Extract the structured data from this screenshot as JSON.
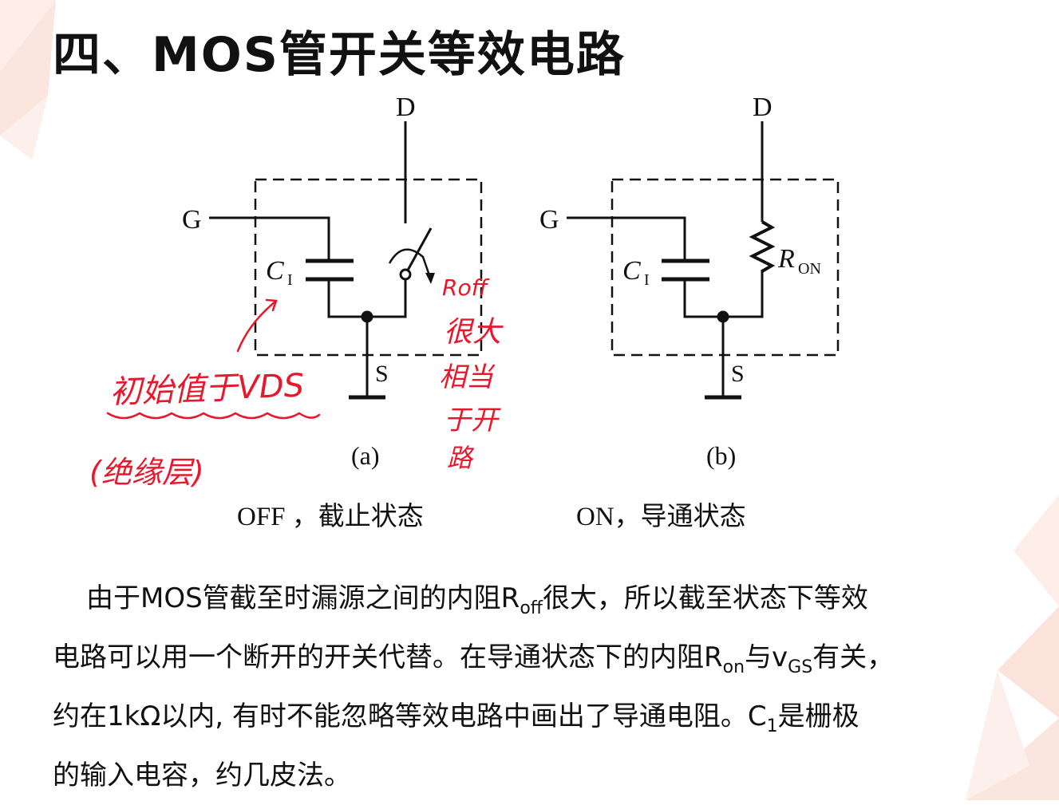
{
  "title": "四、MOS管开关等效电路",
  "diagram_a": {
    "drain_label": "D",
    "gate_label": "G",
    "source_label": "S",
    "cap_label_main": "C",
    "cap_label_sub": "I",
    "sub_caption": "(a)",
    "state_caption": "OFF ，截止状态"
  },
  "diagram_b": {
    "drain_label": "D",
    "gate_label": "G",
    "source_label": "S",
    "cap_label_main": "C",
    "cap_label_sub": "I",
    "res_label_main": "R",
    "res_label_sub": "ON",
    "sub_caption": "(b)",
    "state_caption": "ON，导通状态"
  },
  "annotations": {
    "left_line1": "初始值于VDS",
    "left_line2": "(绝缘层)",
    "right_col": [
      "Roff",
      "很大",
      "相当",
      "于开",
      "路"
    ]
  },
  "paragraph": {
    "l1_a": "由于MOS管截至时漏源之间的内阻R",
    "l1_sub": "off",
    "l1_b": "很大，所以截至状态下等效",
    "l2_a": "电路可以用一个断开的开关代替。在导通状态下的内阻R",
    "l2_sub1": "on",
    "l2_b": "与v",
    "l2_sub2": "GS",
    "l2_c": "有关，",
    "l3_a": "约在1kΩ以内, 有时不能忽略等效电路中画出了导通电阻。C",
    "l3_sub": "1",
    "l3_b": "是栅极",
    "l4": "的输入电容，约几皮法。"
  },
  "colors": {
    "ink": "#111111",
    "annotation_red": "#e8182c",
    "bg_triangle": "#fbe3dc"
  }
}
